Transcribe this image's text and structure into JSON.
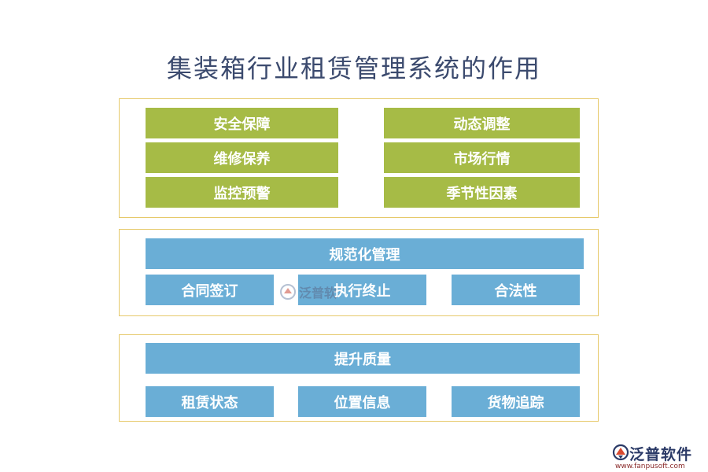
{
  "title": "集装箱行业租赁管理系统的作用",
  "sections": [
    {
      "left_items": [
        "安全保障",
        "维修保养",
        "监控预警"
      ],
      "right_items": [
        "动态调整",
        "市场行情",
        "季节性因素"
      ]
    },
    {
      "header": "规范化管理",
      "items": [
        "合同签订",
        "执行终止",
        "合法性"
      ]
    },
    {
      "header": "提升质量",
      "items": [
        "租赁状态",
        "位置信息",
        "货物追踪"
      ]
    }
  ],
  "watermark": {
    "text": "泛普软"
  },
  "logo": {
    "name": "泛普软件",
    "url": "www.fanpusoft.com"
  },
  "colors": {
    "green": "#a6bb46",
    "blue": "#6aaed6",
    "border": "#e6c96a",
    "title": "#3b4a6e"
  }
}
